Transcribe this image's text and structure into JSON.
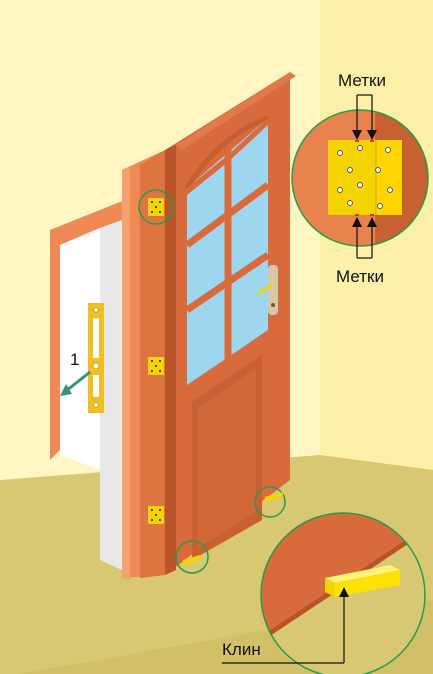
{
  "labels": {
    "marks_top": "Метки",
    "marks_bottom": "Метки",
    "wedge": "Клин",
    "latch_number": "1"
  },
  "colors": {
    "wall": "#fff6c4",
    "wall_right": "#fcefa8",
    "floor": "#d8c873",
    "frame": "#f08a55",
    "door": "#d86a3c",
    "door_edge": "#b95428",
    "glass": "#9fd6ef",
    "hinge": "#f3d400",
    "accent_green": "#2a9a4a",
    "latch": "#f0c020"
  }
}
